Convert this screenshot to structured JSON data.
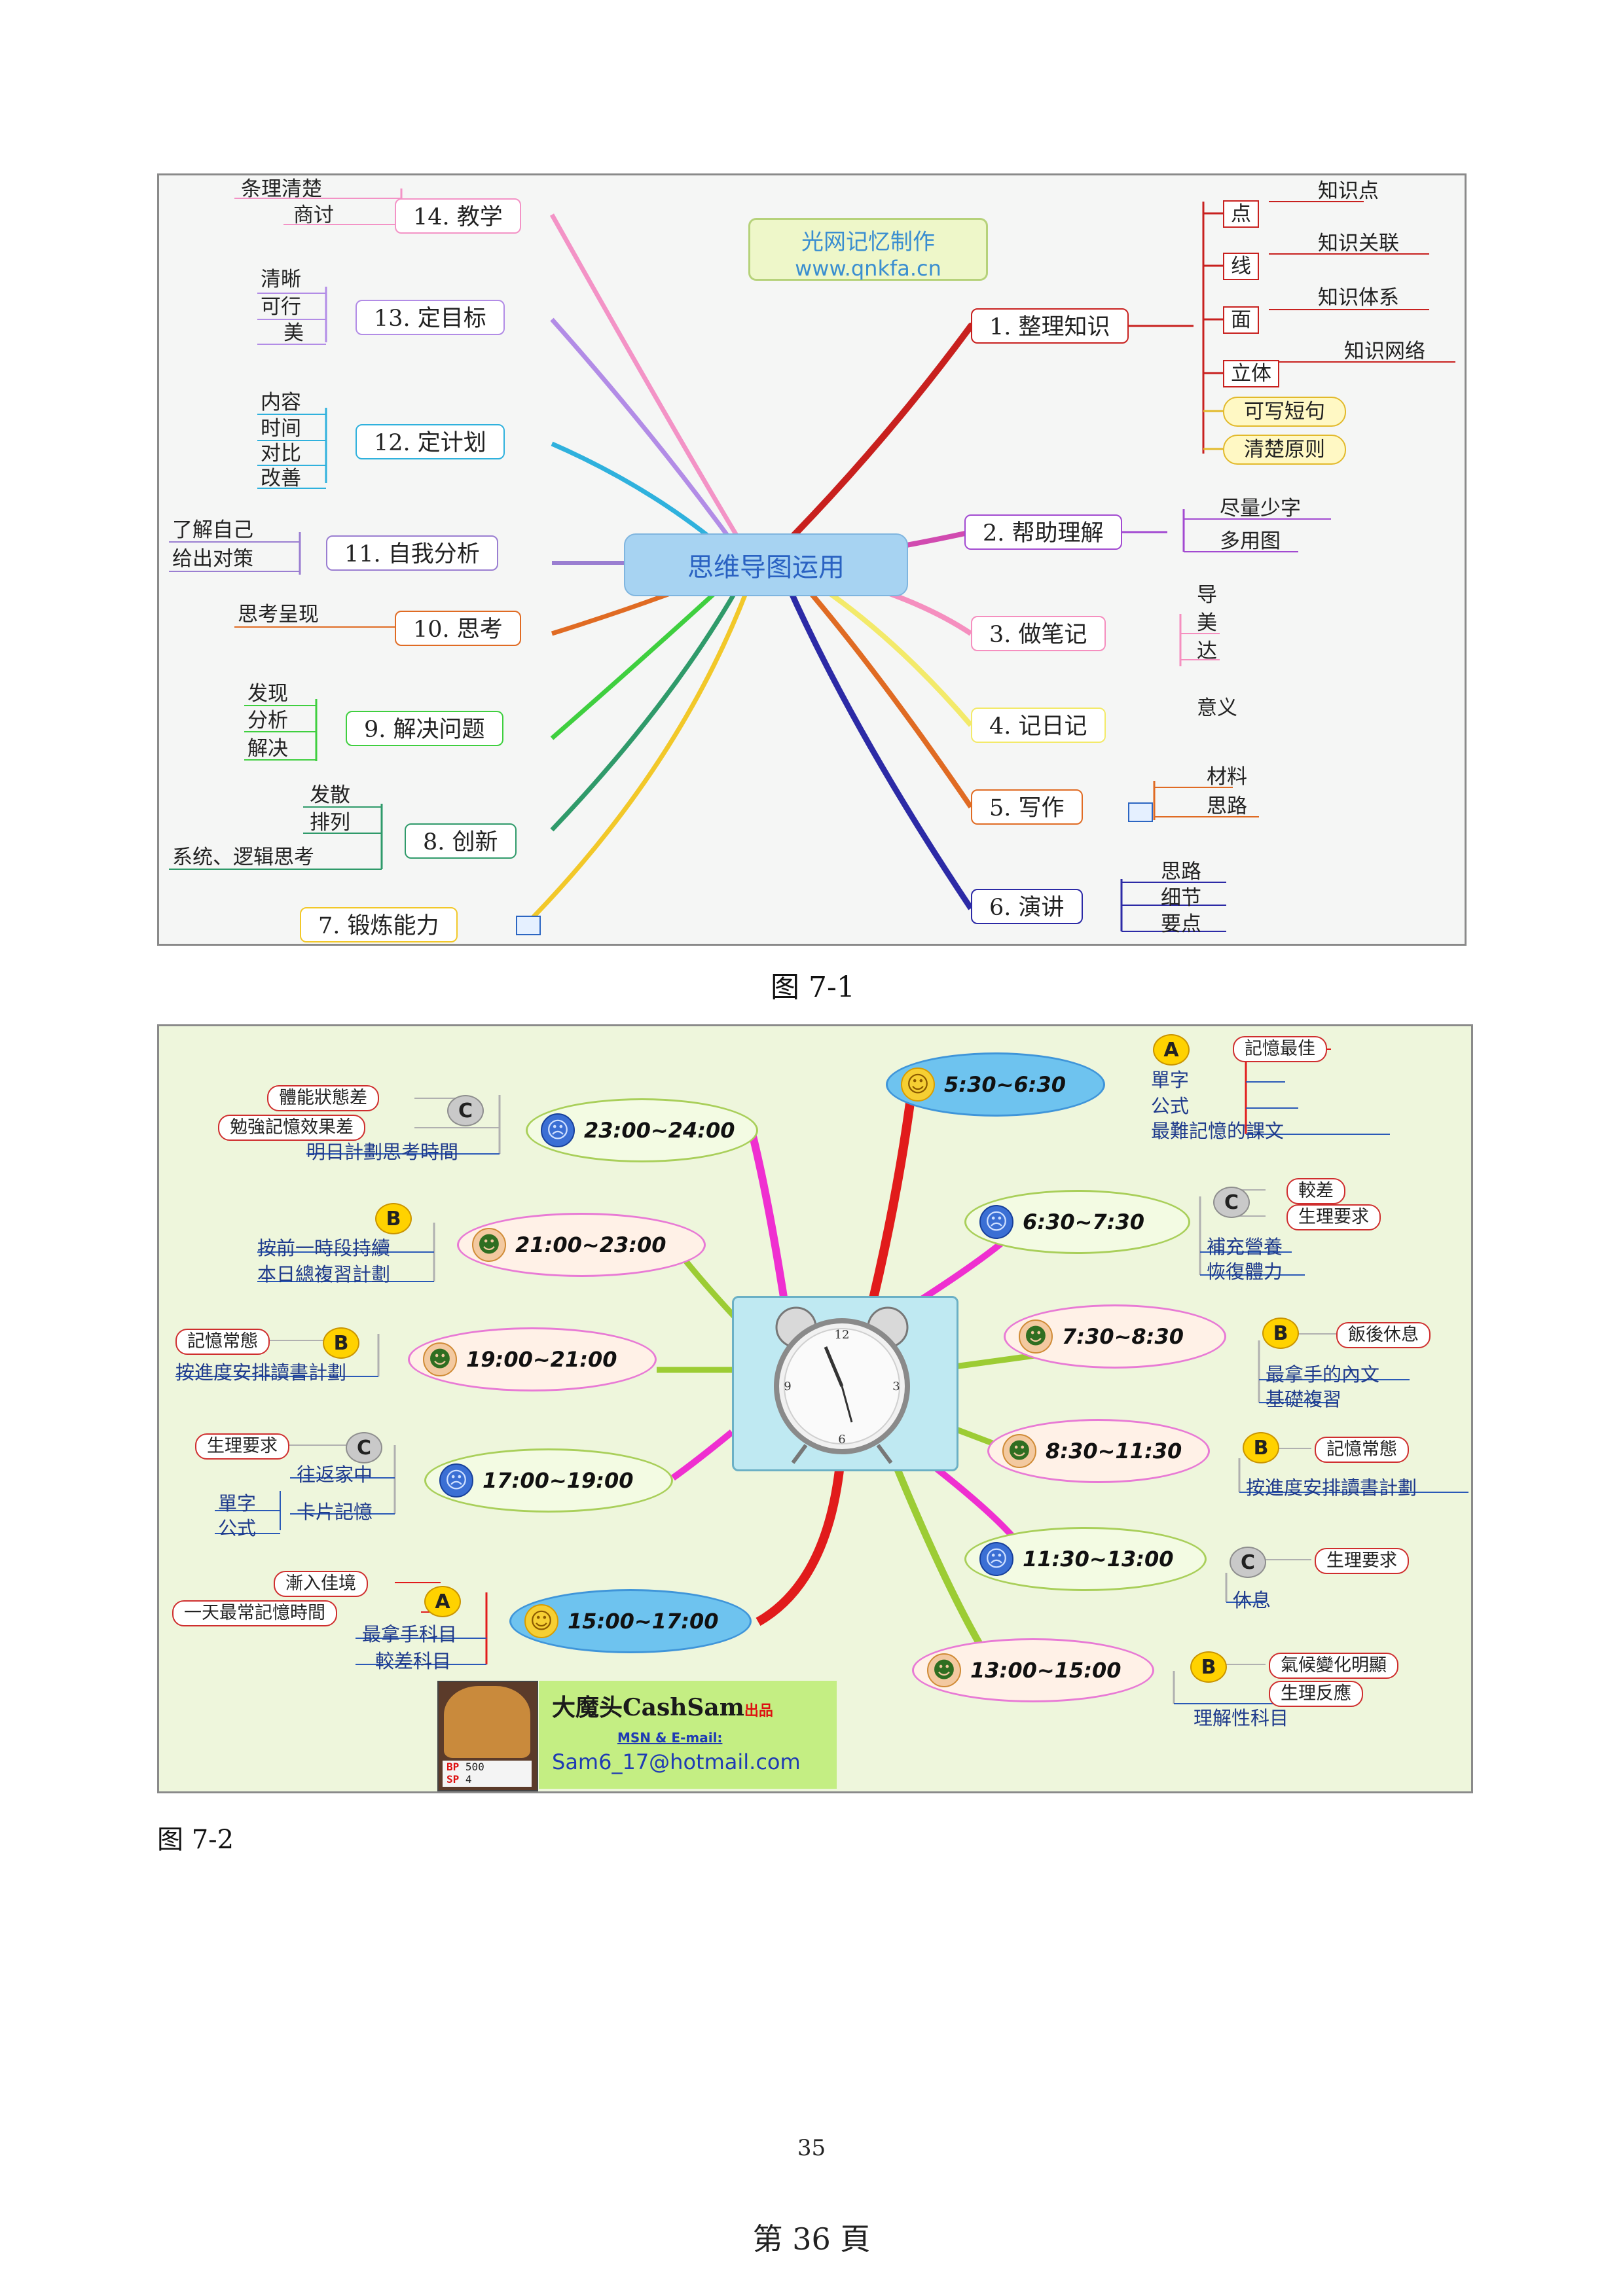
{
  "fig1": {
    "watermark_line1": "光网记忆制作",
    "watermark_line2": "www.qnkfa.cn",
    "center": "思维导图运用",
    "caption": "图 7-1",
    "right": [
      {
        "label": "1. 整理知识",
        "items": [
          "点",
          "线",
          "面",
          "立体"
        ],
        "subs": [
          "知识点",
          "知识关联",
          "知识体系",
          "知识网络"
        ],
        "pills": [
          "可写短句",
          "清楚原则"
        ]
      },
      {
        "label": "2. 帮助理解",
        "items": [
          "尽量少字",
          "多用图"
        ]
      },
      {
        "label": "3. 做笔记",
        "items": [
          "导",
          "美",
          "达"
        ]
      },
      {
        "label": "4. 记日记",
        "items": [
          "意义"
        ]
      },
      {
        "label": "5. 写作",
        "items": [
          "材料",
          "思路"
        ]
      },
      {
        "label": "6. 演讲",
        "items": [
          "思路",
          "细节",
          "要点"
        ]
      }
    ],
    "left": [
      {
        "label": "14. 教学",
        "items": [
          "条理清楚",
          "商讨"
        ]
      },
      {
        "label": "13. 定目标",
        "items": [
          "清晰",
          "可行",
          "美"
        ]
      },
      {
        "label": "12. 定计划",
        "items": [
          "内容",
          "时间",
          "对比",
          "改善"
        ]
      },
      {
        "label": "11. 自我分析",
        "items": [
          "了解自己",
          "给出对策"
        ]
      },
      {
        "label": "10. 思考",
        "items": [
          "思考呈现"
        ]
      },
      {
        "label": "9. 解决问题",
        "items": [
          "发现",
          "分析",
          "解决"
        ]
      },
      {
        "label": "8. 创新",
        "items": [
          "发散",
          "排列",
          "系统、逻辑思考"
        ]
      },
      {
        "label": "7. 锻炼能力",
        "items": []
      }
    ]
  },
  "fig2": {
    "caption": "图 7-2",
    "credit_name": "大魔头CashSam",
    "credit_suffix": "出品",
    "credit_msn": "MSN & E-mail:",
    "credit_email": "Sam6_17@hotmail.com",
    "card_labels": [
      "BP",
      "SP",
      "500",
      "4"
    ],
    "right": [
      {
        "time": "5:30~6:30",
        "grade": "A",
        "tags": [
          "記憶最佳"
        ],
        "items": [
          "單字",
          "公式",
          "最難記憶的課文"
        ]
      },
      {
        "time": "6:30~7:30",
        "grade": "C",
        "tags": [
          "較差",
          "生理要求"
        ],
        "items": [
          "補充營養",
          "恢復體力"
        ]
      },
      {
        "time": "7:30~8:30",
        "grade": "B",
        "tags": [
          "飯後休息"
        ],
        "items": [
          "最拿手的內文",
          "基礎複習"
        ]
      },
      {
        "time": "8:30~11:30",
        "grade": "B",
        "tags": [
          "記憶常態"
        ],
        "items": [
          "按進度安排讀書計劃"
        ]
      },
      {
        "time": "11:30~13:00",
        "grade": "C",
        "tags": [
          "生理要求"
        ],
        "items": [
          "休息"
        ]
      },
      {
        "time": "13:00~15:00",
        "grade": "B",
        "tags": [
          "氣候變化明顯",
          "生理反應"
        ],
        "items": [
          "理解性科目"
        ]
      }
    ],
    "left": [
      {
        "time": "23:00~24:00",
        "grade": "C",
        "tags": [
          "體能狀態差",
          "勉強記憶效果差"
        ],
        "items": [
          "明日計劃思考時間"
        ]
      },
      {
        "time": "21:00~23:00",
        "grade": "B",
        "tags": [],
        "items": [
          "按前一時段持續",
          "本日總複習計劃"
        ]
      },
      {
        "time": "19:00~21:00",
        "grade": "B",
        "tags": [
          "記憶常態"
        ],
        "items": [
          "按進度安排讀書計劃"
        ]
      },
      {
        "time": "17:00~19:00",
        "grade": "C",
        "tags": [
          "生理要求"
        ],
        "items": [
          "往返家中",
          "卡片記憶"
        ],
        "extra": [
          "單字",
          "公式"
        ]
      },
      {
        "time": "15:00~17:00",
        "grade": "A",
        "tags": [
          "漸入佳境",
          "一天最常記憶時間"
        ],
        "items": [
          "最拿手科目",
          "較差科目"
        ]
      }
    ]
  },
  "page_number": "35",
  "page_label": "第 36 頁"
}
